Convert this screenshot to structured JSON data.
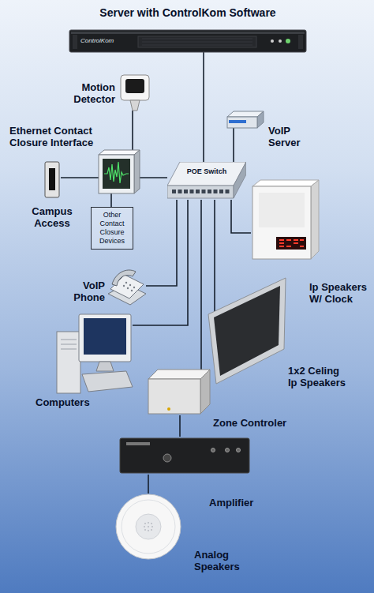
{
  "diagram": {
    "nodes": [
      {
        "text": [
          "Server with ControlKom Software",
          "ControlKom"
        ]
      },
      {
        "text": [
          "Motion Detector"
        ]
      },
      {
        "text": [
          "Ethernet Contact Closure Interface"
        ]
      },
      {
        "text": [
          "VoIP Server"
        ]
      },
      {
        "text": [
          "Campus Access"
        ]
      },
      {
        "text": [
          "POE Switch"
        ]
      },
      {
        "text": [
          "Other Contact Closure Devices"
        ]
      },
      {
        "text": [
          "Ip Speakers W/ Clock"
        ]
      },
      {
        "text": [
          "VoIP Phone"
        ]
      },
      {
        "text": [
          "1x2 Celing Ip Speakers"
        ]
      },
      {
        "text": [
          "Computers"
        ]
      },
      {
        "text": [
          "Zone Controler"
        ]
      },
      {
        "text": [
          "Amplifier"
        ]
      },
      {
        "text": [
          "Analog Speakers"
        ]
      }
    ],
    "edges": [
      {
        "from": 0,
        "to": 5,
        "arrow": "none"
      },
      {
        "from": 1,
        "to": 2,
        "arrow": "none"
      },
      {
        "from": 4,
        "to": 2,
        "arrow": "none"
      },
      {
        "from": 2,
        "to": 6,
        "arrow": "none"
      },
      {
        "from": 2,
        "to": 5,
        "arrow": "none"
      },
      {
        "from": 3,
        "to": 5,
        "arrow": "none"
      },
      {
        "from": 5,
        "to": 7,
        "arrow": "none"
      },
      {
        "from": 5,
        "to": 8,
        "arrow": "none"
      },
      {
        "from": 5,
        "to": 9,
        "arrow": "none"
      },
      {
        "from": 5,
        "to": 10,
        "arrow": "none"
      },
      {
        "from": 5,
        "to": 11,
        "arrow": "none"
      },
      {
        "from": 11,
        "to": 12,
        "arrow": "none"
      },
      {
        "from": 12,
        "to": 13,
        "arrow": "none"
      }
    ]
  }
}
